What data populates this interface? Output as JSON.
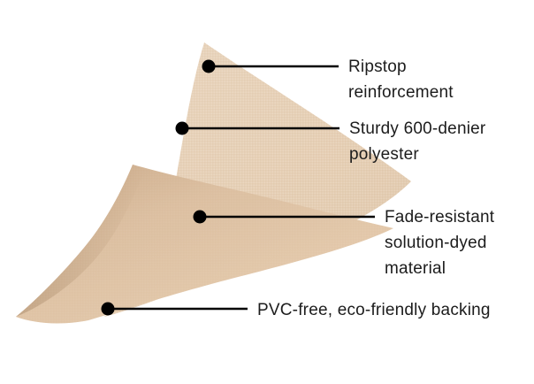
{
  "callouts": [
    {
      "id": "ripstop",
      "lines": [
        "Ripstop",
        "reinforcement"
      ]
    },
    {
      "id": "polyester",
      "lines": [
        "Sturdy 600-denier",
        "polyester"
      ]
    },
    {
      "id": "fade",
      "lines": [
        "Fade-resistant",
        "solution-dyed",
        "material"
      ]
    },
    {
      "id": "backing",
      "lines": [
        "PVC-free, eco-friendly backing"
      ]
    }
  ],
  "colors": {
    "fabric_front": "#e2c9ad",
    "fabric_front_light": "#ead7c0",
    "fabric_back": "#cfae8c",
    "fabric_back_shadow": "#b8946f",
    "leader": "#000000",
    "text": "#1c1c1c",
    "background": "#ffffff"
  }
}
